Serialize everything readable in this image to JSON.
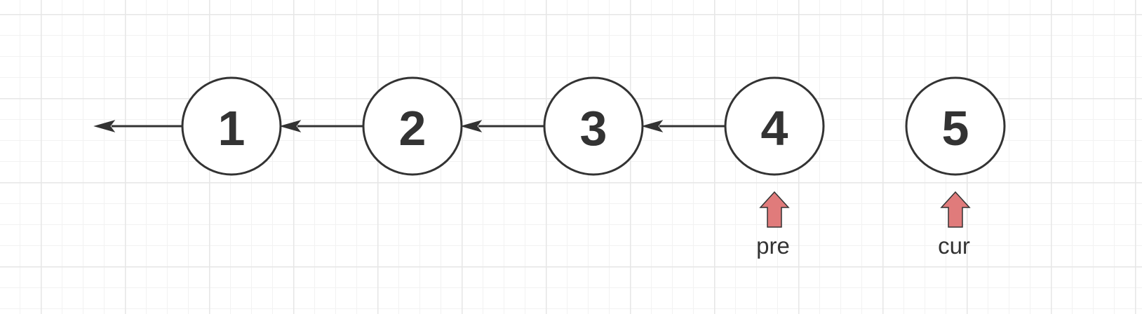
{
  "nodes": [
    {
      "id": 1,
      "label": "1"
    },
    {
      "id": 2,
      "label": "2"
    },
    {
      "id": 3,
      "label": "3"
    },
    {
      "id": 4,
      "label": "4"
    },
    {
      "id": 5,
      "label": "5"
    }
  ],
  "links": [
    {
      "from": 1,
      "to": null
    },
    {
      "from": 2,
      "to": 1
    },
    {
      "from": 3,
      "to": 2
    },
    {
      "from": 4,
      "to": 3
    }
  ],
  "pointers": [
    {
      "label": "pre",
      "node": 4
    },
    {
      "label": "cur",
      "node": 5
    }
  ],
  "colors": {
    "stroke": "#333333",
    "pointer_fill": "#e07b7b",
    "node_fill": "#ffffff",
    "grid_major": "#e6e6e6",
    "grid_minor": "#f2f2f2"
  }
}
